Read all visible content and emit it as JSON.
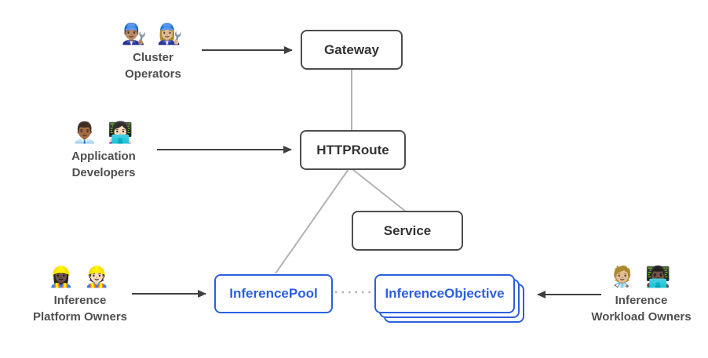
{
  "colors": {
    "box_border": "#4d4d4d",
    "box_text": "#333333",
    "blue": "#2b5fdf",
    "connector": "#b3b3b3",
    "arrow": "#404040",
    "persona_text": "#4f4f4f"
  },
  "personas": [
    {
      "id": "cluster-operators",
      "emojis": "👨🏽‍🔧 👩🏼‍🔧",
      "label": "Cluster\nOperators"
    },
    {
      "id": "application-developers",
      "emojis": "👨🏾‍💼 👩🏻‍💻",
      "label": "Application\nDevelopers"
    },
    {
      "id": "inference-platform-owners",
      "emojis": "👷🏿‍♀️ 👷🏻",
      "label": "Inference\nPlatform Owners"
    },
    {
      "id": "inference-workload-owners",
      "emojis": "🧑🏼‍⚕️ 👨🏿‍💻",
      "label": "Inference\nWorkload Owners"
    }
  ],
  "nodes": [
    {
      "id": "gateway",
      "label": "Gateway",
      "style": "gray"
    },
    {
      "id": "httproute",
      "label": "HTTPRoute",
      "style": "gray"
    },
    {
      "id": "service",
      "label": "Service",
      "style": "gray"
    },
    {
      "id": "inference-pool",
      "label": "InferencePool",
      "style": "blue"
    },
    {
      "id": "inference-objective",
      "label": "InferenceObjective",
      "style": "blue",
      "stacked": true
    }
  ],
  "edges": [
    {
      "from": "gateway",
      "to": "httproute",
      "type": "plain"
    },
    {
      "from": "httproute",
      "to": "service",
      "type": "plain"
    },
    {
      "from": "httproute",
      "to": "inference-pool",
      "type": "plain"
    },
    {
      "from": "inference-pool",
      "to": "inference-objective",
      "type": "dotted"
    },
    {
      "from": "cluster-operators",
      "to": "gateway",
      "type": "arrow"
    },
    {
      "from": "application-developers",
      "to": "httproute",
      "type": "arrow"
    },
    {
      "from": "inference-platform-owners",
      "to": "inference-pool",
      "type": "arrow"
    },
    {
      "from": "inference-workload-owners",
      "to": "inference-objective",
      "type": "arrow"
    }
  ]
}
